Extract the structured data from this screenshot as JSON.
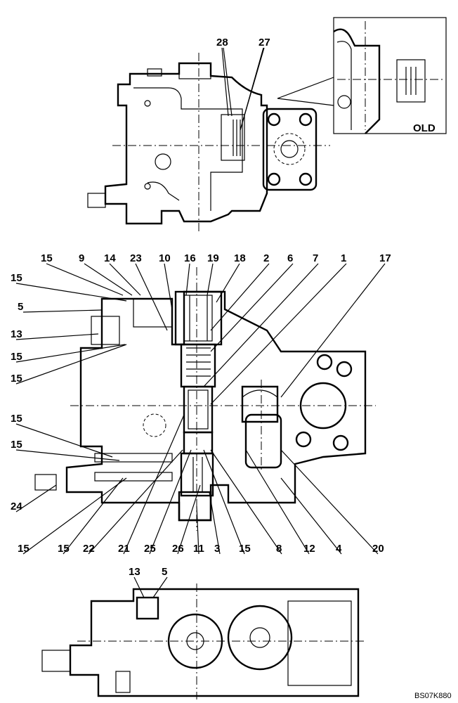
{
  "diagram": {
    "inset_label": "OLD",
    "code": "BS07K880",
    "top_callouts": [
      "28",
      "27"
    ],
    "section_top_callouts": [
      "15",
      "9",
      "14",
      "23",
      "10",
      "16",
      "19",
      "18",
      "2",
      "6",
      "7",
      "1",
      "17"
    ],
    "section_left_callouts": [
      "15",
      "5",
      "13",
      "15",
      "15",
      "15",
      "15",
      "24"
    ],
    "section_bottom_callouts": [
      "15",
      "15",
      "22",
      "21",
      "25",
      "26",
      "11",
      "3",
      "15",
      "8",
      "12",
      "4",
      "20"
    ],
    "bottom_view_callouts": [
      "13",
      "5"
    ]
  }
}
